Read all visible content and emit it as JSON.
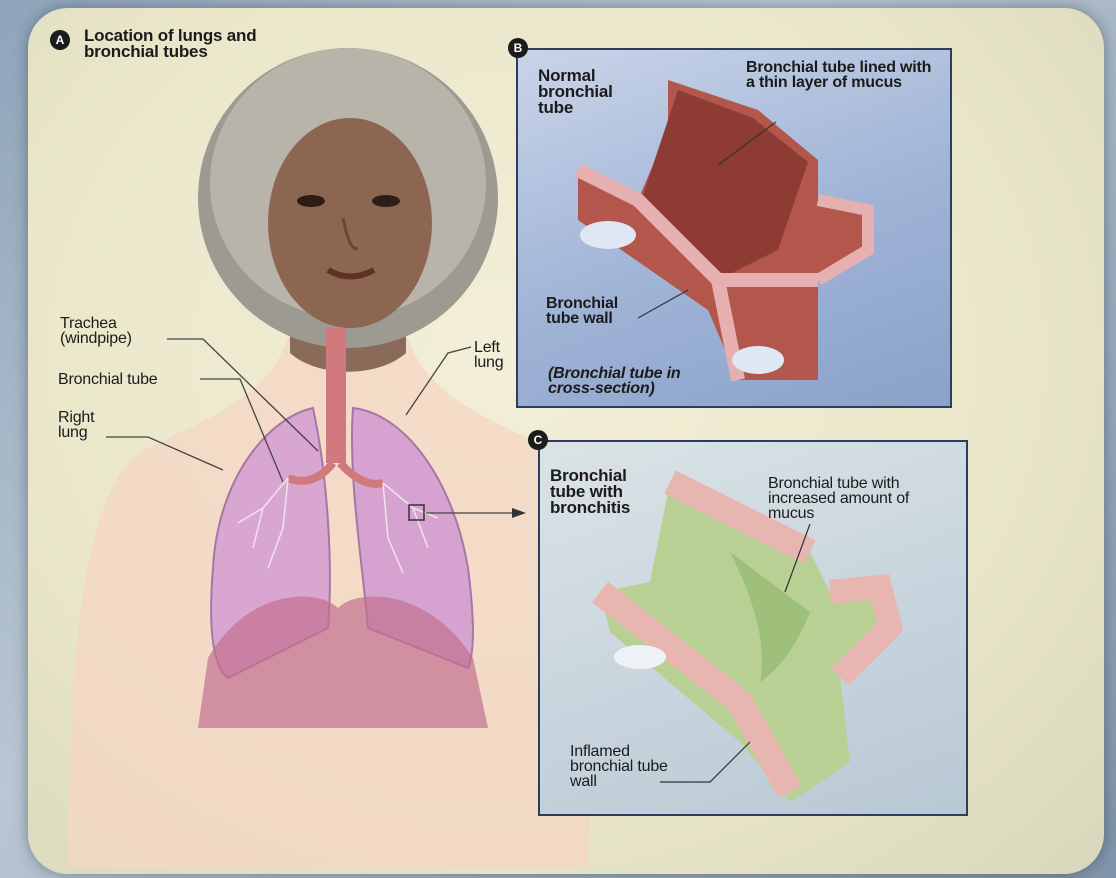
{
  "panels": {
    "a": {
      "badge": "A",
      "title": "Location of lungs and bronchial tubes",
      "labels": {
        "trachea": "Trachea (windpipe)",
        "bronchial_tube": "Bronchial tube",
        "right_lung": "Right lung",
        "left_lung": "Left lung"
      }
    },
    "b": {
      "badge": "B",
      "title": "Normal bronchial tube",
      "labels": {
        "lining": "Bronchial tube lined with a thin layer of mucus",
        "wall": "Bronchial tube wall",
        "caption": "(Bronchial tube in cross-section)"
      }
    },
    "c": {
      "badge": "C",
      "title": "Bronchial tube with bronchitis",
      "labels": {
        "mucus": "Bronchial tube with increased amount of mucus",
        "inflamed": "Inflamed bronchial tube wall"
      }
    }
  },
  "colors": {
    "lung_fill": "#d9a6d2",
    "tissue_red": "#b3574c",
    "mucus_green": "#bcd29a",
    "panel_blue": "#9fb3d6",
    "line": "#2b2b2b"
  }
}
